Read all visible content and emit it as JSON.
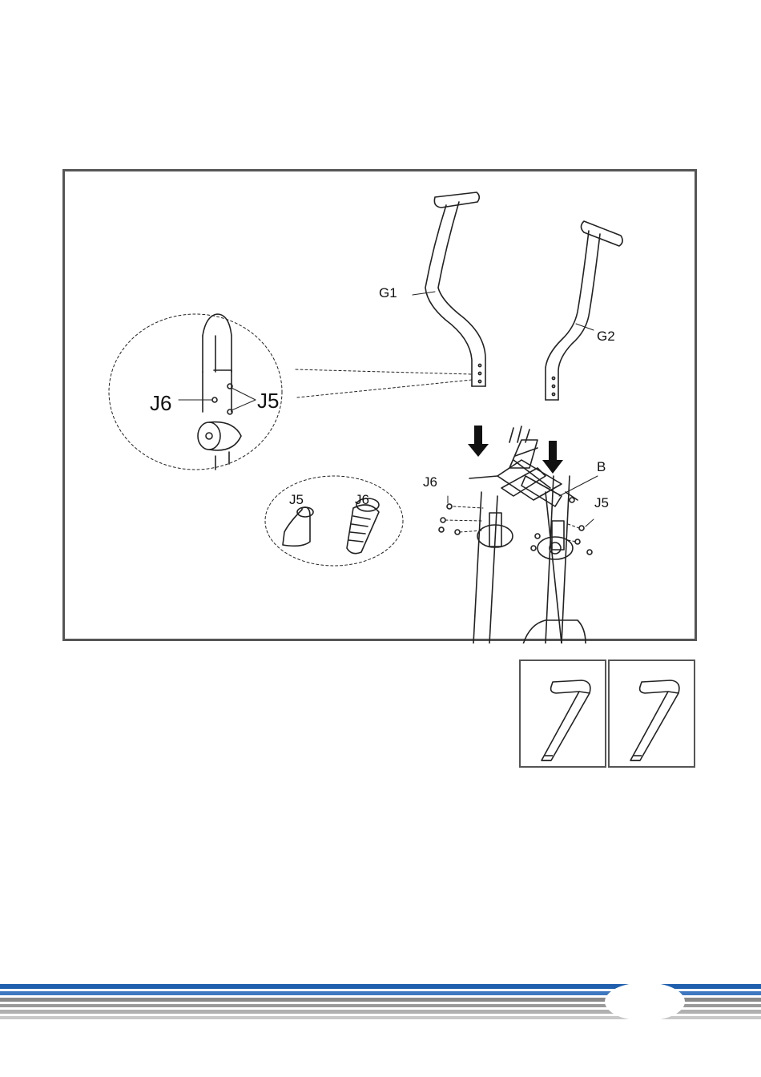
{
  "labels": {
    "g1": "G1",
    "g2": "G2",
    "j6_zoom": "J6",
    "j5_zoom": "J5",
    "j5_parts": "J5",
    "j6_parts": "J6",
    "b": "B",
    "j6_left": "J6",
    "j5_right": "J5"
  },
  "colors": {
    "line": "#222222",
    "frame": "#555555",
    "stripe_blue": "#1f5fae",
    "stripe_gray": "#8a8a8a"
  }
}
